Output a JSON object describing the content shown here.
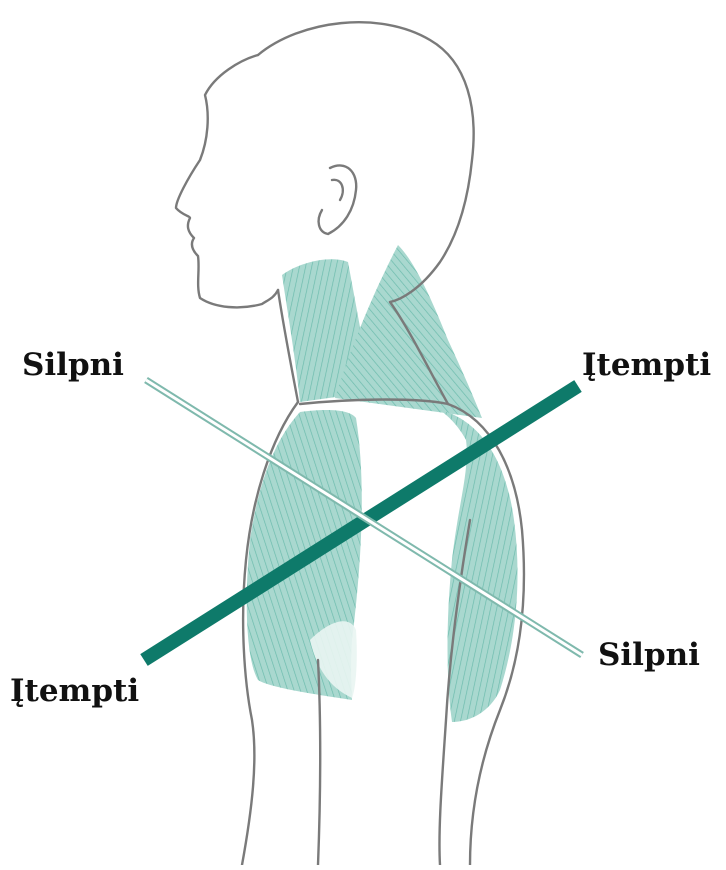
{
  "labels": {
    "weak_top_left": "Silpni",
    "tight_top_right": "Įtempti",
    "weak_bottom_right": "Silpni",
    "tight_bottom_left": "Įtempti"
  },
  "colors": {
    "outline": "#7a7a7a",
    "muscle_fill": "#a9d8cf",
    "muscle_fiber": "#5fb5a6",
    "tight_line": "#0e7a6a",
    "weak_line": "#8fd1c4",
    "background": "#ffffff"
  }
}
